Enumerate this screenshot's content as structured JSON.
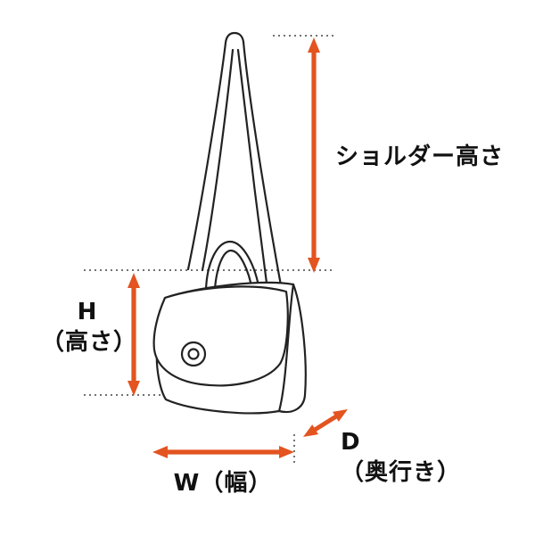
{
  "diagram": {
    "title": "bag-dimension-diagram",
    "subject": "shoulder-bag-line-drawing"
  },
  "colors": {
    "accent": "#E35420",
    "line": "#222222"
  },
  "labels": {
    "shoulder_height": "ショルダー高さ",
    "height_symbol": "H",
    "height_name": "（高さ）",
    "width": "W（幅）",
    "depth_symbol": "D",
    "depth_name": "（奥行き）"
  }
}
